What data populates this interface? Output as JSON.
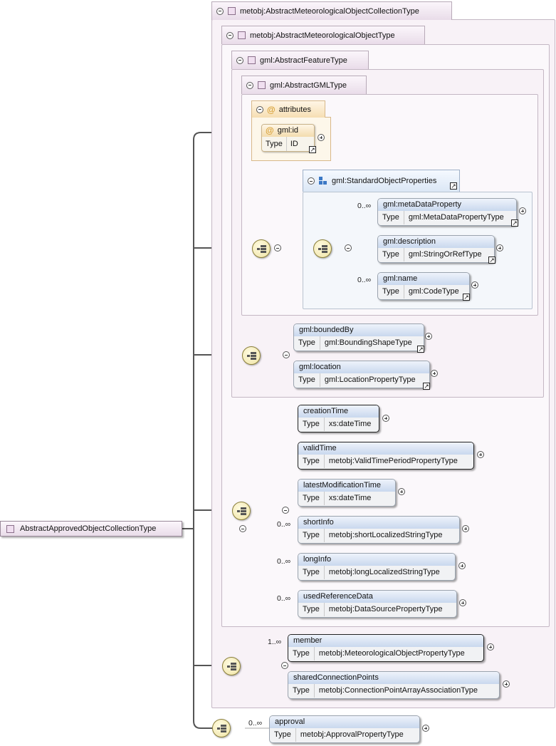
{
  "root": {
    "label": "AbstractApprovedObjectCollectionType"
  },
  "complex_types": {
    "c1": "metobj:AbstractMeteorologicalObjectCollectionType",
    "c2": "metobj:AbstractMeteorologicalObjectType",
    "c3": "gml:AbstractFeatureType",
    "c4": "gml:AbstractGMLType"
  },
  "attributes": {
    "group_label": "attributes",
    "id": {
      "name": "gml:id",
      "type_key": "Type",
      "type": "ID"
    }
  },
  "groups": {
    "standard_object_properties": "gml:StandardObjectProperties"
  },
  "elements": {
    "metaDataProperty": {
      "name": "gml:metaDataProperty",
      "type_key": "Type",
      "type": "gml:MetaDataPropertyType",
      "occ": "0..∞"
    },
    "description": {
      "name": "gml:description",
      "type_key": "Type",
      "type": "gml:StringOrRefType"
    },
    "name": {
      "name": "gml:name",
      "type_key": "Type",
      "type": "gml:CodeType",
      "occ": "0..∞"
    },
    "boundedBy": {
      "name": "gml:boundedBy",
      "type_key": "Type",
      "type": "gml:BoundingShapeType"
    },
    "location": {
      "name": "gml:location",
      "type_key": "Type",
      "type": "gml:LocationPropertyType"
    },
    "creationTime": {
      "name": "creationTime",
      "type_key": "Type",
      "type": "xs:dateTime"
    },
    "validTime": {
      "name": "validTime",
      "type_key": "Type",
      "type": "metobj:ValidTimePeriodPropertyType"
    },
    "latestModificationTime": {
      "name": "latestModificationTime",
      "type_key": "Type",
      "type": "xs:dateTime"
    },
    "shortInfo": {
      "name": "shortInfo",
      "type_key": "Type",
      "type": "metobj:shortLocalizedStringType",
      "occ": "0..∞"
    },
    "longInfo": {
      "name": "longInfo",
      "type_key": "Type",
      "type": "metobj:longLocalizedStringType",
      "occ": "0..∞"
    },
    "usedReferenceData": {
      "name": "usedReferenceData",
      "type_key": "Type",
      "type": "metobj:DataSourcePropertyType",
      "occ": "0..∞"
    },
    "member": {
      "name": "member",
      "type_key": "Type",
      "type": "metobj:MeteorologicalObjectPropertyType",
      "occ": "1..∞"
    },
    "sharedConnectionPoints": {
      "name": "sharedConnectionPoints",
      "type_key": "Type",
      "type": "metobj:ConnectionPointArrayAssociationType"
    },
    "approval": {
      "name": "approval",
      "type_key": "Type",
      "type": "metobj:ApprovalPropertyType",
      "occ": "0..∞"
    }
  },
  "icons": {
    "sequence": "sequence-compositor-icon",
    "complex": "complex-type-icon",
    "group": "group-icon",
    "attribute": "attribute-at-icon"
  },
  "colors": {
    "complex_tab": "#e9dce9",
    "element_header": "#c9d8ee",
    "attributes": "#f6deb3",
    "sequence": "#efe3a4"
  }
}
